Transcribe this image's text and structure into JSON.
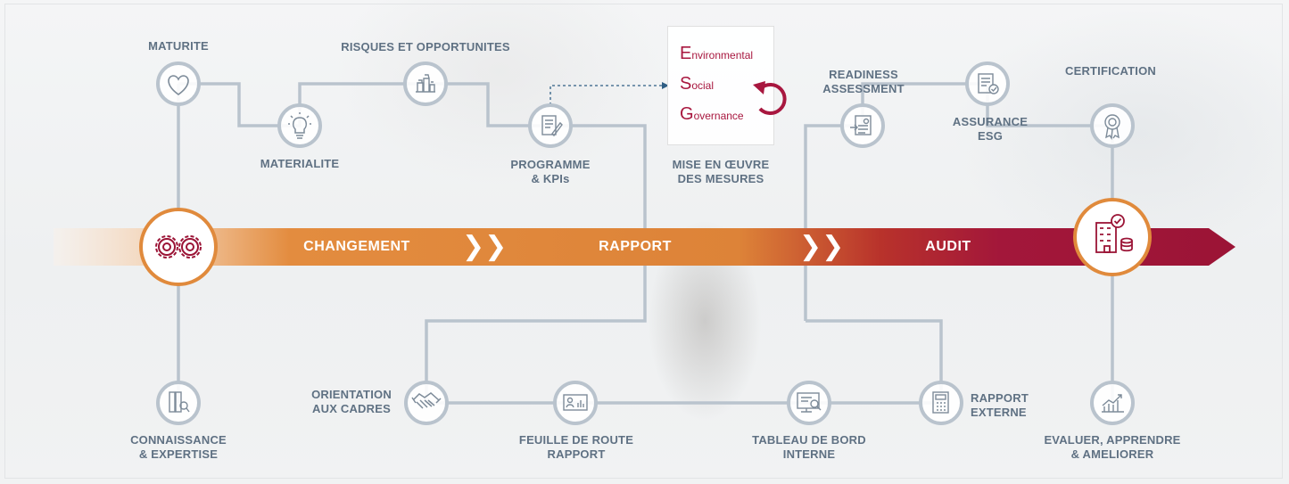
{
  "band": {
    "phase1": "CHANGEMENT",
    "phase2": "RAPPORT",
    "phase3": "AUDIT",
    "chevron": "❯❯"
  },
  "labels": {
    "maturite": "MATURITE",
    "risques": "RISQUES ET OPPORTUNITES",
    "materialite": "MATERIALITE",
    "programme": "PROGRAMME\n& KPIs",
    "mise_en_oeuvre": "MISE EN ŒUVRE\nDES MESURES",
    "readiness": "READINESS\nASSESSMENT",
    "assurance": "ASSURANCE\nESG",
    "certification": "CERTIFICATION",
    "connaissance": "CONNAISSANCE\n& EXPERTISE",
    "orientation": "ORIENTATION\nAUX CADRES",
    "feuille": "FEUILLE DE ROUTE\nRAPPORT",
    "tableau": "TABLEAU DE BORD\nINTERNE",
    "rapport_externe": "RAPPORT\nEXTERNE",
    "evaluer": "EVALUER, APPRENDRE\n& AMELIORER"
  },
  "esg": {
    "e_initial": "E",
    "e_rest": "nvironmental",
    "s_initial": "S",
    "s_rest": "ocial",
    "g_initial": "G",
    "g_rest": "overnance"
  },
  "colors": {
    "orange": "#e08a3c",
    "crimson": "#9b1436",
    "line": "#b9c3cd",
    "label": "#5f7183",
    "icon": "#7d8b99"
  },
  "icons": {
    "start": "gears-icon",
    "end": "building-check-coins-icon",
    "maturite": "heart-icon",
    "materialite": "lightbulb-icon",
    "risques": "chess-pieces-icon",
    "programme": "document-pen-icon",
    "readiness": "document-chart-icon",
    "assurance": "checklist-icon",
    "certification": "award-badge-icon",
    "connaissance": "books-magnifier-icon",
    "orientation": "handshake-icon",
    "feuille": "presentation-icon",
    "tableau": "dashboard-search-icon",
    "rapport_externe": "calculator-icon",
    "evaluer": "growth-chart-icon",
    "esg_cycle": "circular-arrow-icon"
  }
}
